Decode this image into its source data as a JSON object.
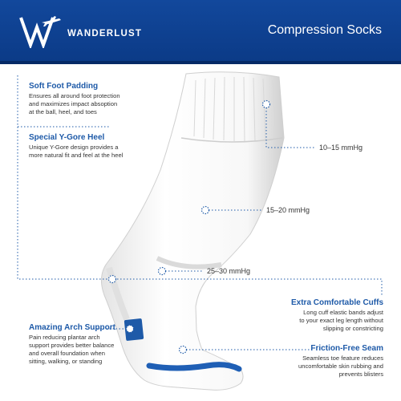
{
  "header": {
    "brand": "WANDERLUST",
    "product": "Compression Socks"
  },
  "features": [
    {
      "title": "Soft Foot Padding",
      "desc_lines": [
        "Ensures all around foot protection",
        "and maximizes impact absoption",
        "at the ball, heel, and toes"
      ]
    },
    {
      "title": "Special Y-Gore Heel",
      "desc_lines": [
        "Unique Y-Gore design provides a",
        "more natural fit and feel at the heel"
      ]
    },
    {
      "title": "Extra Comfortable Cuffs",
      "desc_lines": [
        "Long cuff elastic bands adjust",
        "to your exact leg length without",
        "slipping or constricting"
      ]
    },
    {
      "title": "Amazing Arch Support",
      "desc_lines": [
        "Pain reducing plantar arch",
        "support provides better balance",
        "and overall foundation when",
        "sitting, walking, or standing"
      ]
    },
    {
      "title": "Friction-Free Seam",
      "desc_lines": [
        "Seamless toe feature reduces",
        "uncomfortable skin rubbing and",
        "prevents blisters"
      ]
    }
  ],
  "compression_levels": [
    "10–15 mmHg",
    "15–20 mmHg",
    "25–30 mmHg"
  ],
  "colors": {
    "header_blue": "#0d3f8f",
    "accent_blue": "#1e5aa8",
    "sock_white": "#ffffff",
    "sock_shadow": "#d9d9d9"
  },
  "icons": [
    "wanderlust-logo-icon",
    "plane-icon"
  ]
}
